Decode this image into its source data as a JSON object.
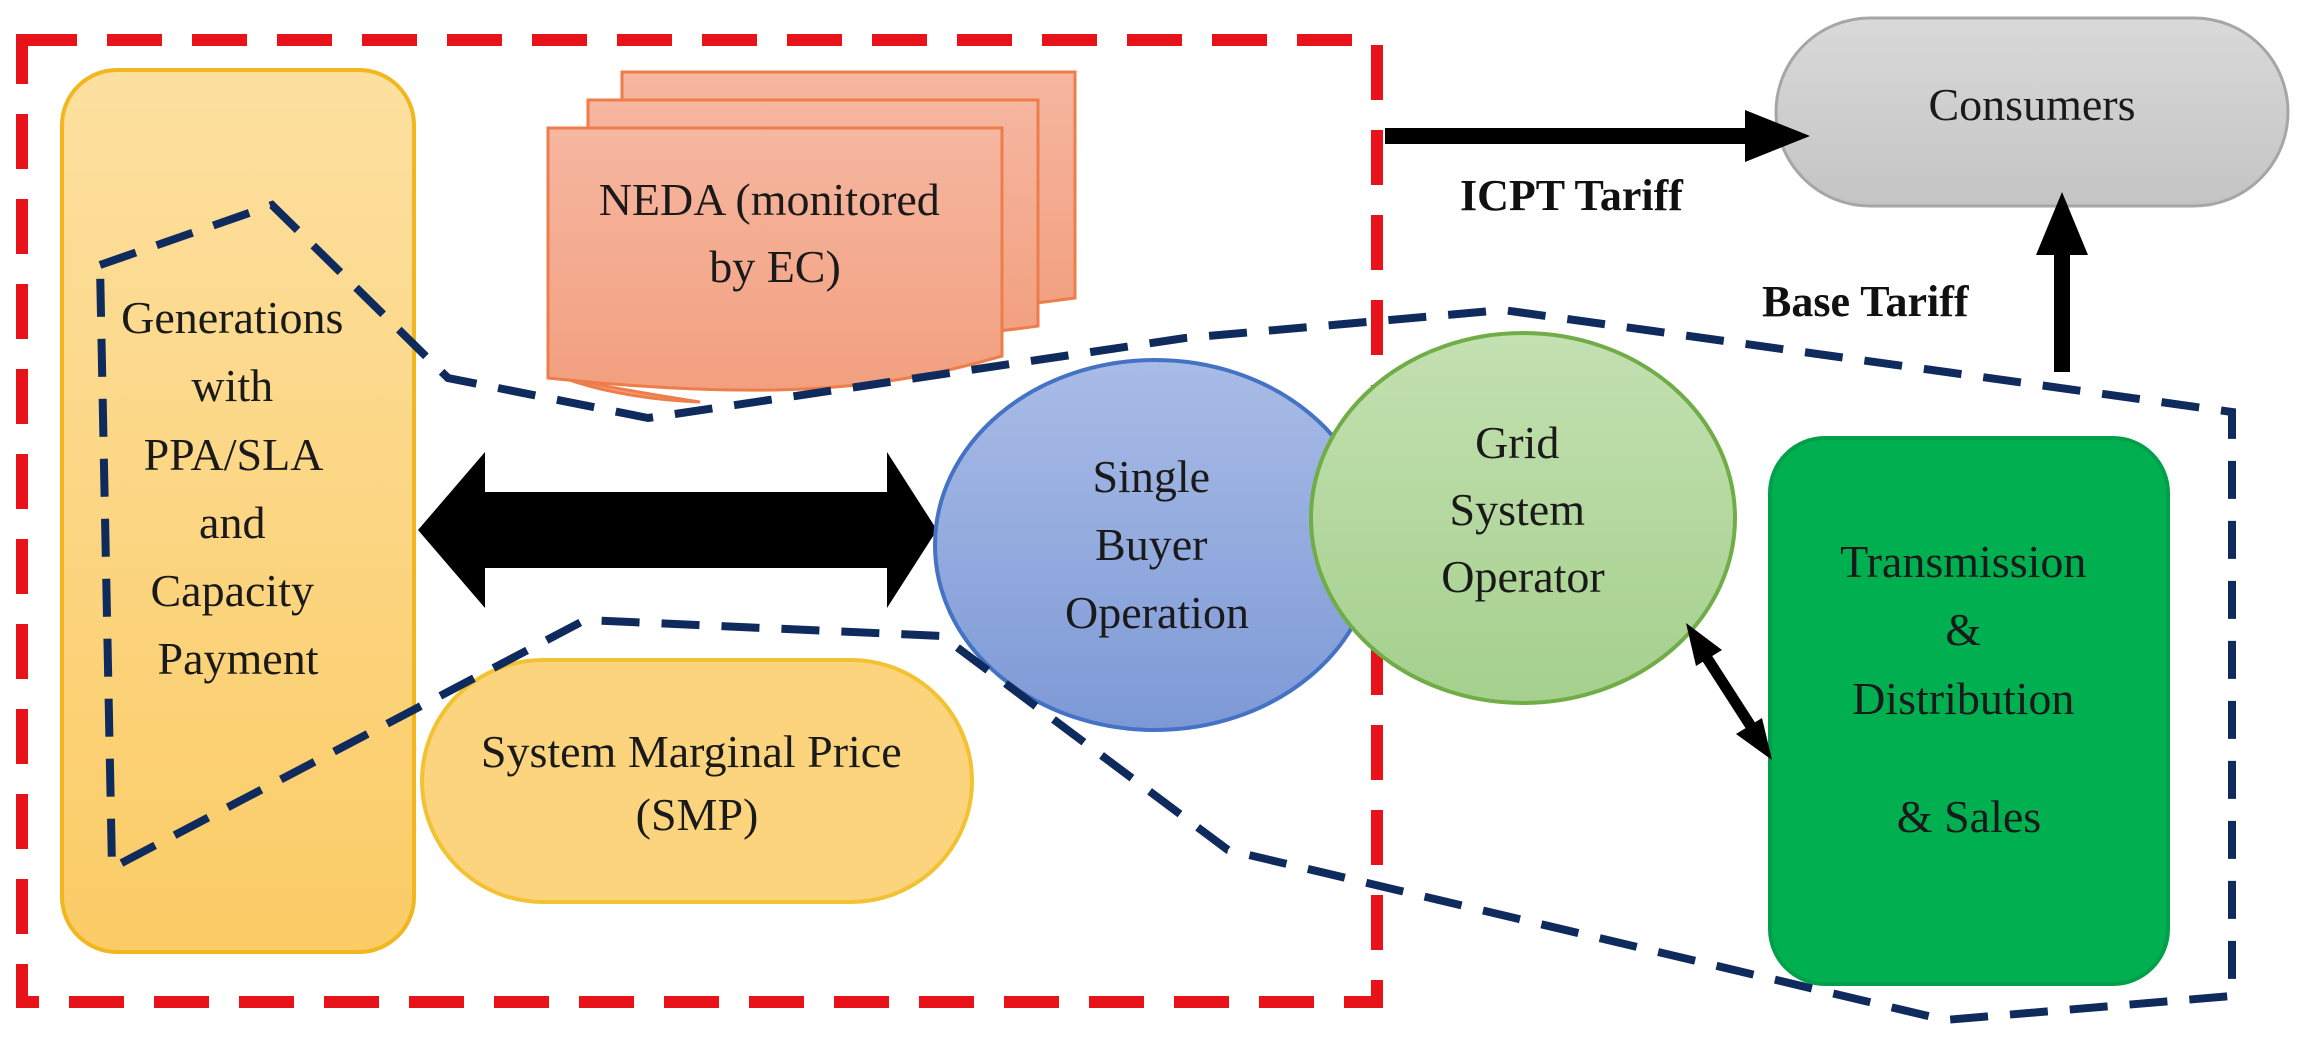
{
  "colors": {
    "market_boundary": "#e8121a",
    "pool_boundary": "#0f2a5c",
    "generation_fill": "#fcd27a",
    "generation_stroke": "#f2b61f",
    "smp_fill": "#fdd47e",
    "neda_fill": "#f4a687",
    "neda_stroke": "#ed7d4a",
    "single_buyer_fill": "#8ea6dc",
    "single_buyer_stroke": "#4472c4",
    "grid_operator_fill": "#b1d69c",
    "grid_operator_stroke": "#70ad47",
    "tnd_fill": "#00b050",
    "tnd_stroke": "#00a04a",
    "consumers_fill": "#cccccc",
    "consumers_stroke": "#a6a6a6",
    "arrow": "#000000"
  },
  "nodes": {
    "generation": {
      "lines": [
        "Generations",
        "with",
        "PPA/SLA",
        "and",
        "Capacity",
        "Payment"
      ]
    },
    "neda": {
      "lines": [
        "NEDA (monitored",
        "by EC)"
      ]
    },
    "smp": {
      "lines": [
        "System Marginal Price",
        "(SMP)"
      ]
    },
    "single_buyer": {
      "lines": [
        "Single",
        "Buyer",
        "Operation"
      ]
    },
    "grid_operator": {
      "lines": [
        "Grid",
        "System",
        "Operator"
      ]
    },
    "tnd": {
      "lines": [
        "Transmission",
        "&",
        "Distribution",
        "",
        "& Sales"
      ]
    },
    "consumers": {
      "label": "Consumers"
    }
  },
  "edge_labels": {
    "icpt": "ICPT Tariff",
    "base": "Base Tariff"
  }
}
